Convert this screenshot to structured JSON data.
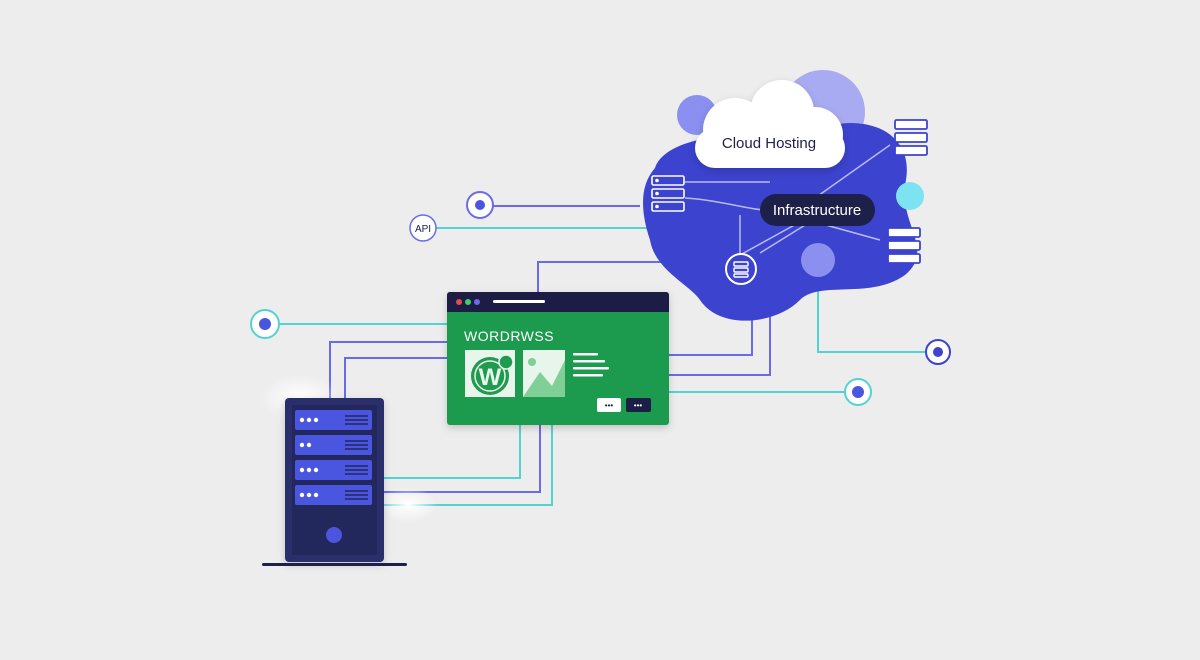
{
  "labels": {
    "cloud_hosting": "Cloud Hosting",
    "infrastructure": "Infrastructure",
    "api": "API",
    "browser_heading": "WORDRWSS",
    "wp_logo_letter": "W",
    "button_dots_1": "•••",
    "button_dots_2": "•••"
  },
  "colors": {
    "background": "#ededee",
    "cloud_blue": "#3c43cf",
    "cloud_light": "#8a8ff0",
    "wordpress_green": "#1f9a4e",
    "browser_bar": "#1c1f45",
    "server_body": "#2a2f6a",
    "server_bay": "#4a55e0",
    "line_purple": "#6a6be8",
    "line_teal": "#52d3d2",
    "pill_dark": "#1d2048",
    "accent_cyan": "#7ee3f0"
  },
  "icons": {
    "server_rack": "server-rack-icon",
    "node": "node-circle-icon",
    "wordpress": "wordpress-logo-icon",
    "image": "image-placeholder-icon",
    "database": "database-icon"
  }
}
